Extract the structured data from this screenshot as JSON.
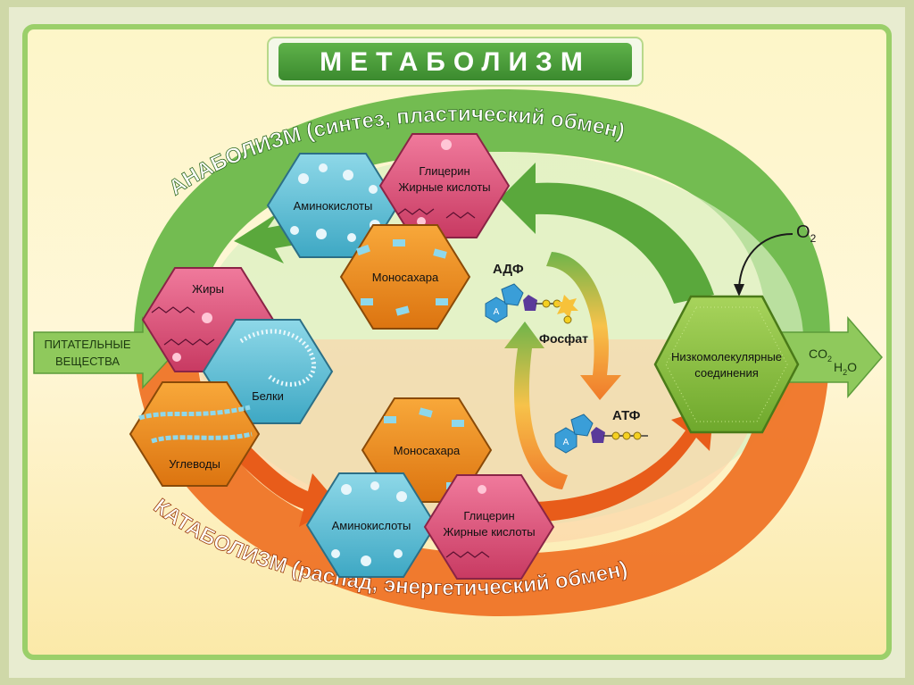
{
  "title": "МЕТАБОЛИЗМ",
  "anabolism_label": "АНАБОЛИЗМ (синтез, пластический обмен)",
  "catabolism_label": "КАТАБОЛИЗМ (распад, энергетический обмен)",
  "input_label_line1": "ПИТАТЕЛЬНЫЕ",
  "input_label_line2": "ВЕЩЕСТВА",
  "hexagons": {
    "fats": "Жиры",
    "proteins": "Белки",
    "carbs": "Углеводы",
    "ana_amino": "Аминокислоты",
    "ana_glycerol_line1": "Глицерин",
    "ana_glycerol_line2": "Жирные кислоты",
    "ana_mono": "Моносахара",
    "cat_mono": "Моносахара",
    "cat_amino": "Аминокислоты",
    "cat_glycerol_line1": "Глицерин",
    "cat_glycerol_line2": "Жирные кислоты",
    "low_mol_line1": "Низкомолекулярные",
    "low_mol_line2": "соединения"
  },
  "energy": {
    "adp": "АДФ",
    "atp": "АТФ",
    "phosphate": "Фосфат",
    "adenine_letter": "А"
  },
  "oxygen": "O",
  "oxygen_sub": "2",
  "products": {
    "co2": "CO",
    "co2_sub": "2",
    "h2o_h": "H",
    "h2o_sub": "2",
    "h2o_o": "O"
  },
  "colors": {
    "green_band": "#6ebc4a",
    "orange_band": "#f07a2a",
    "pink_hex": "#e0557c",
    "blue_hex": "#6cc6d8",
    "orange_hex": "#f0921e",
    "lowmol_hex": "#8cc63f",
    "title_bg": "#4b9e3a"
  }
}
